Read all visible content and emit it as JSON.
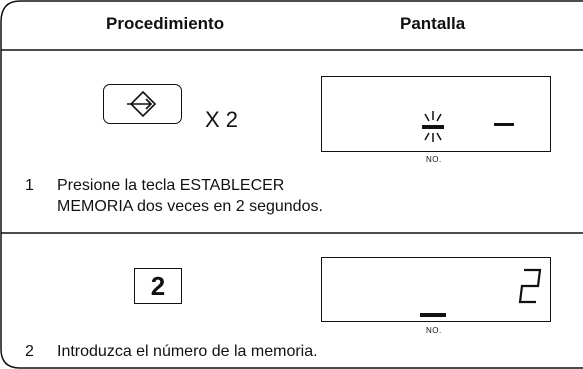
{
  "header": {
    "procedure_label": "Procedimiento",
    "display_label": "Pantalla"
  },
  "steps": [
    {
      "number": "1",
      "text_line1": "Presione la tecla ESTABLECER",
      "text_line2": "MEMORIA dos veces en 2 segundos.",
      "key_icon": "enter-arrow-icon",
      "multiplier": "X 2",
      "display_no_label": "NO.",
      "display_state": "blinking cursor and dash"
    },
    {
      "number": "2",
      "text_line1": "Introduzca el número de la memoria.",
      "key_label": "2",
      "display_digit": "2",
      "display_no_label": "NO."
    }
  ]
}
